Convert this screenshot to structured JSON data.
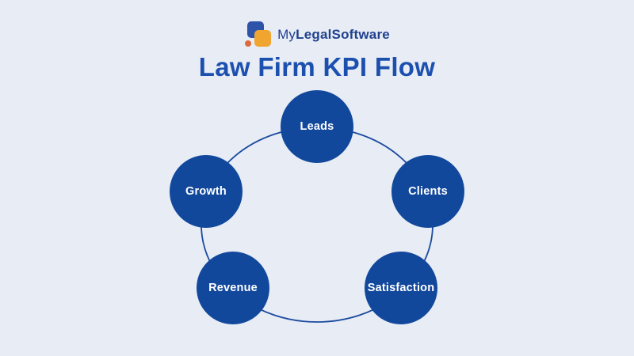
{
  "page": {
    "background_color": "#e7ecf5"
  },
  "logo": {
    "text_regular": "My",
    "text_bold": "LegalSoftware",
    "text_color": "#21418f",
    "icon_colors": {
      "blue_square": "#2d54a9",
      "yellow_square": "#f0a531",
      "orange_dot": "#dd6a3a"
    }
  },
  "title": {
    "text": "Law Firm KPI Flow",
    "color": "#1c50af"
  },
  "diagram": {
    "type": "cycle",
    "ring_color": "#1b4a9e",
    "node_fill_color": "#12489c",
    "node_text_color": "#ffffff",
    "nodes": [
      {
        "label": "Leads",
        "position": "top"
      },
      {
        "label": "Clients",
        "position": "right"
      },
      {
        "label": "Satisfaction",
        "position": "bottom-right"
      },
      {
        "label": "Revenue",
        "position": "bottom-left"
      },
      {
        "label": "Growth",
        "position": "left"
      }
    ]
  }
}
